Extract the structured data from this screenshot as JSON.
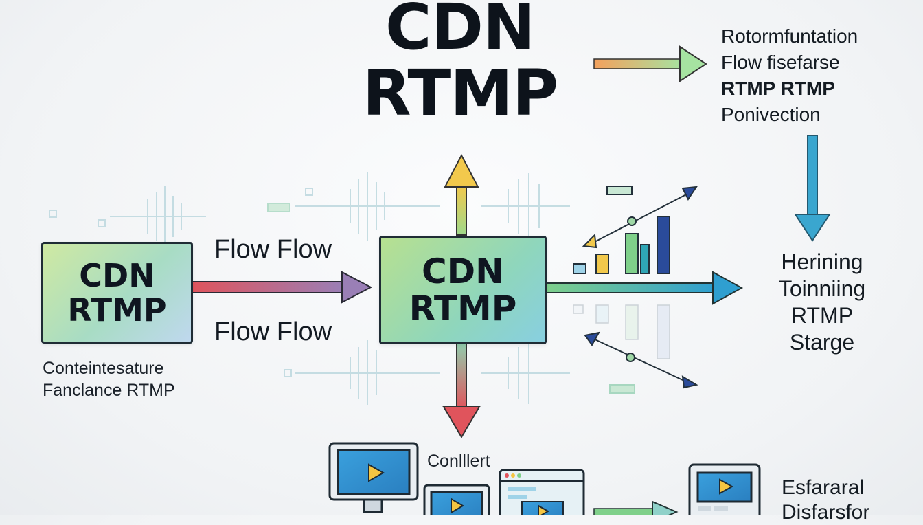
{
  "title": {
    "line1": "CDN",
    "line2": "RTMP"
  },
  "left_node": {
    "line1": "CDN",
    "line2": "RTMP"
  },
  "left_caption": {
    "line1": "Conteintesature",
    "line2": "Fanclance RTMP"
  },
  "center_node": {
    "line1": "CDN",
    "line2": "RTMP"
  },
  "flow_labels": {
    "top": "Flow Flow",
    "bottom": "Flow Flow"
  },
  "top_right_text": [
    "Rotormfuntation",
    "Flow fisefarse",
    "RTMP RTMP",
    "Ponivection"
  ],
  "right_text": [
    "Herining",
    "Toinniing",
    "RTMP",
    "Starge"
  ],
  "bottom_label": "Conlllert",
  "bottom_right_text": [
    "Esfararal",
    "Disfarsfor"
  ],
  "colors": {
    "arrow_red": "#e0545c",
    "arrow_purple": "#9a7fb6",
    "arrow_yellow": "#f2c94c",
    "arrow_green": "#7fd08a",
    "arrow_blue": "#2f9fd0",
    "arrow_orange": "#f4a15d",
    "bar_yellow": "#f2c94c",
    "bar_green": "#7fd08a",
    "bar_teal": "#2fa6b5",
    "bar_navy": "#2a4b9a",
    "screen_blue": "#2f8fd0",
    "play_yellow": "#f5c542"
  }
}
